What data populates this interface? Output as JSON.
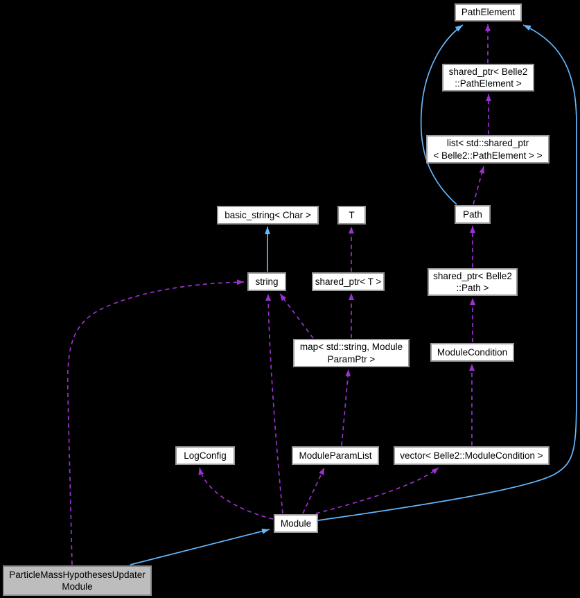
{
  "diagram": {
    "title": "ParticleMassHypothesesUpdaterModule collaboration graph",
    "type": "collaboration-graph",
    "colors": {
      "background": "#000000",
      "node_fill": "#ffffff",
      "node_border": "#9a9a9a",
      "highlight_node_fill": "#bdbdbd",
      "usage_edge": "#9a32cd",
      "inheritance_edge": "#63b8ff",
      "text": "#000000"
    },
    "nodes": {
      "path_element": {
        "label": "PathElement"
      },
      "shared_ptr_path_element": {
        "label": "shared_ptr< Belle2\n::PathElement >"
      },
      "list_shared_ptr": {
        "label": "list< std::shared_ptr\n< Belle2::PathElement > >"
      },
      "path": {
        "label": "Path"
      },
      "basic_string": {
        "label": "basic_string< Char >"
      },
      "t": {
        "label": "T"
      },
      "string": {
        "label": "string"
      },
      "shared_ptr_t": {
        "label": "shared_ptr< T >"
      },
      "shared_ptr_path": {
        "label": "shared_ptr< Belle2\n::Path >"
      },
      "module_condition": {
        "label": "ModuleCondition"
      },
      "map_param": {
        "label": "map< std::string, Module\nParamPtr >"
      },
      "log_config": {
        "label": "LogConfig"
      },
      "module_param_list": {
        "label": "ModuleParamList"
      },
      "vector_condition": {
        "label": "vector< Belle2::ModuleCondition >"
      },
      "module": {
        "label": "Module"
      },
      "particle_mass_updater": {
        "label": "ParticleMassHypothesesUpdater\nModule",
        "highlighted": true
      }
    },
    "edges": {
      "inheritance": [
        {
          "from": "ParticleMassHypothesesUpdaterModule",
          "to": "Module"
        },
        {
          "from": "Module",
          "to": "PathElement"
        },
        {
          "from": "Path",
          "to": "PathElement"
        },
        {
          "from": "string",
          "to": "basic_string< Char >"
        }
      ],
      "usage": [
        {
          "from": "shared_ptr< Belle2::PathElement >",
          "to": "PathElement"
        },
        {
          "from": "list< std::shared_ptr< Belle2::PathElement > >",
          "to": "shared_ptr< Belle2::PathElement >"
        },
        {
          "from": "Path",
          "to": "list< std::shared_ptr< Belle2::PathElement > >"
        },
        {
          "from": "shared_ptr< Belle2::Path >",
          "to": "Path"
        },
        {
          "from": "ModuleCondition",
          "to": "shared_ptr< Belle2::Path >"
        },
        {
          "from": "vector< Belle2::ModuleCondition >",
          "to": "ModuleCondition"
        },
        {
          "from": "Module",
          "to": "vector< Belle2::ModuleCondition >"
        },
        {
          "from": "Module",
          "to": "LogConfig"
        },
        {
          "from": "Module",
          "to": "ModuleParamList"
        },
        {
          "from": "Module",
          "to": "string"
        },
        {
          "from": "ModuleParamList",
          "to": "map< std::string, ModuleParamPtr >"
        },
        {
          "from": "map< std::string, ModuleParamPtr >",
          "to": "string"
        },
        {
          "from": "map< std::string, ModuleParamPtr >",
          "to": "shared_ptr< T >"
        },
        {
          "from": "shared_ptr< T >",
          "to": "T"
        },
        {
          "from": "ParticleMassHypothesesUpdaterModule",
          "to": "string"
        }
      ]
    }
  }
}
